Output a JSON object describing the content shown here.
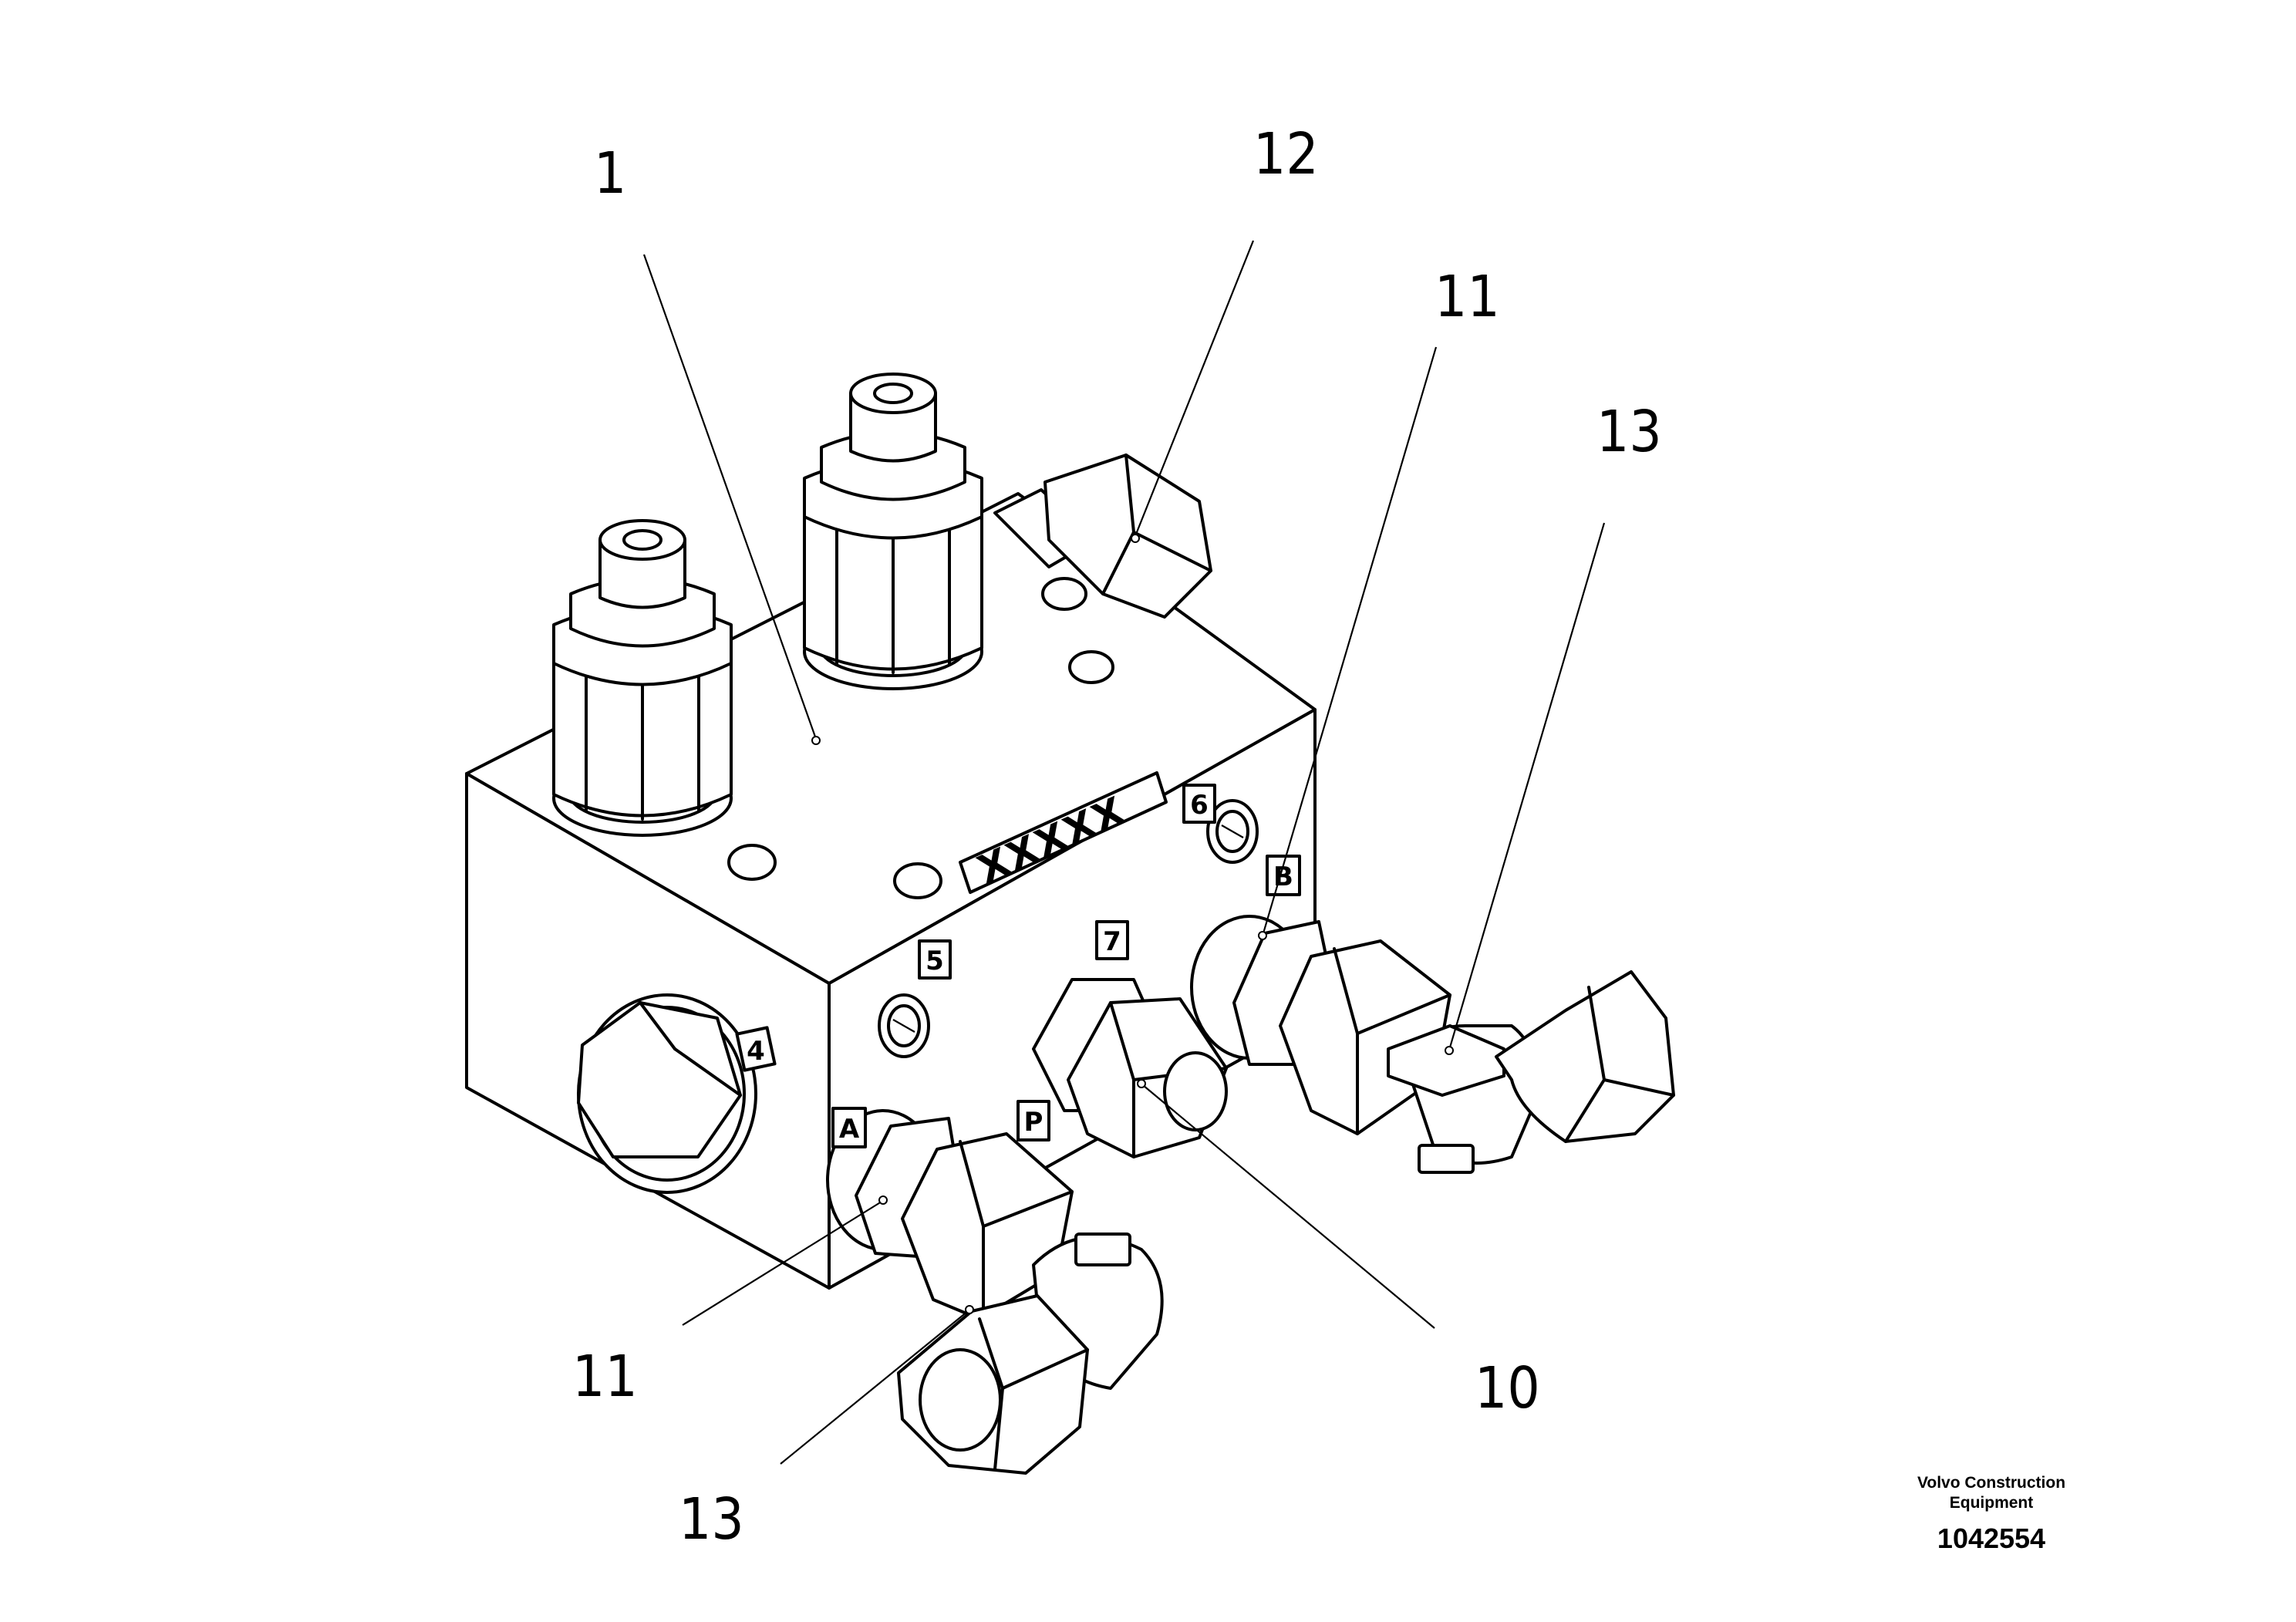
{
  "callouts": {
    "c1": "1",
    "c12": "12",
    "c11_top": "11",
    "c13_top": "13",
    "c11_bottom": "11",
    "c10": "10",
    "c13_bottom": "13"
  },
  "port_labels": {
    "p4": "4",
    "p5": "5",
    "p6": "6",
    "p7": "7",
    "pA": "A",
    "pB": "B",
    "pP": "P"
  },
  "nameplate": "XXXXX",
  "footer": {
    "brand_line1": "Volvo Construction",
    "brand_line2": "Equipment",
    "document_number": "1042554"
  }
}
